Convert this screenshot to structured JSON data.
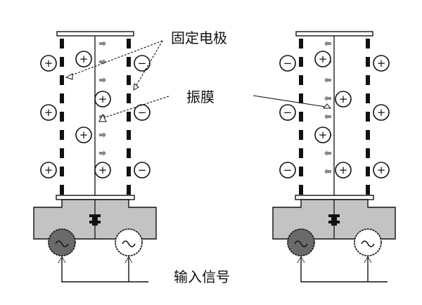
{
  "labels": {
    "fixed_electrode": "固定电极",
    "diaphragm": "振膜",
    "input_signal": "输入信号"
  },
  "charge_symbols": {
    "plus": "+",
    "minus": "−"
  },
  "generator_symbol": "~",
  "colors": {
    "box_fill": "#c3c3c3",
    "generator_dark": "#6a6a6a",
    "generator_light": "#ffffff",
    "stroke": "#111111",
    "arrow_gray": "#888888"
  },
  "units": [
    {
      "name": "left",
      "left_charges": [
        "+",
        "+",
        "+"
      ],
      "membrane_charges": [
        "+",
        "+",
        "+",
        "+"
      ],
      "right_charges": [
        "−",
        "−",
        "−"
      ],
      "arrow_direction": "right",
      "dark_generator": "left"
    },
    {
      "name": "right",
      "left_charges": [
        "−",
        "−",
        "−"
      ],
      "membrane_charges": [
        "+",
        "+",
        "+",
        "+"
      ],
      "right_charges": [
        "+",
        "+",
        "+"
      ],
      "arrow_direction": "left",
      "dark_generator": "left"
    }
  ]
}
